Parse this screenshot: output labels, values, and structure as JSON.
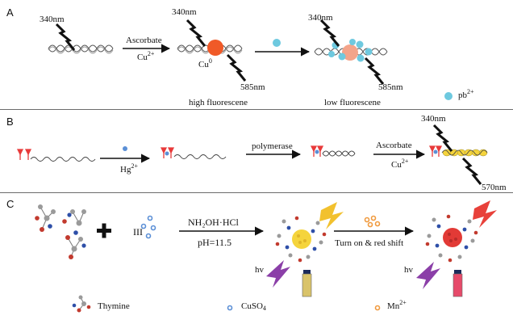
{
  "panels": {
    "a": "A",
    "b": "B",
    "c": "C"
  },
  "panel_a": {
    "excitation_1": "340nm",
    "excitation_2": "340nm",
    "excitation_3": "340nm",
    "step1_reagent": "Ascorbate",
    "step1_ion": "Cu",
    "step1_ion_charge": "2+",
    "copper_label": "Cu",
    "copper_charge": "0",
    "emission_1": "585nm",
    "emission_2": "585nm",
    "state_1": "high fluorescene",
    "state_2": "low fluorescene",
    "legend_label": "pb",
    "legend_charge": "2+"
  },
  "panel_b": {
    "step1_ion": "Hg",
    "step1_ion_charge": "2+",
    "step2_label": "polymerase",
    "step3_reagent": "Ascorbate",
    "step3_ion": "Cu",
    "step3_ion_charge": "2+",
    "excitation": "340nm",
    "emission": "570nm"
  },
  "panel_c": {
    "roman_numeral": "III",
    "reagent_1": "NH₂OH·HCl",
    "reagent_2": "pH=11.5",
    "step2_label": "Turn on & red shift",
    "hv_1": "hv",
    "hv_2": "hv",
    "legend_thymine": "Thymine",
    "legend_cuso4": "CuSO",
    "legend_cuso4_sub": "4",
    "legend_mn": "Mn",
    "legend_mn_charge": "2+"
  },
  "colors": {
    "copper_particle": "#f05a28",
    "lead_ion": "#6ec9df",
    "cu_cluster_yellow": "#f5d43c",
    "red_cluster": "#e23a36",
    "lightning_yellow": "#f2c12e",
    "lightning_red": "#e8413a",
    "lightning_purple": "#8b3fa8",
    "mn_ion": "#f09a3e",
    "t_hg_t": "#e83a3a"
  }
}
